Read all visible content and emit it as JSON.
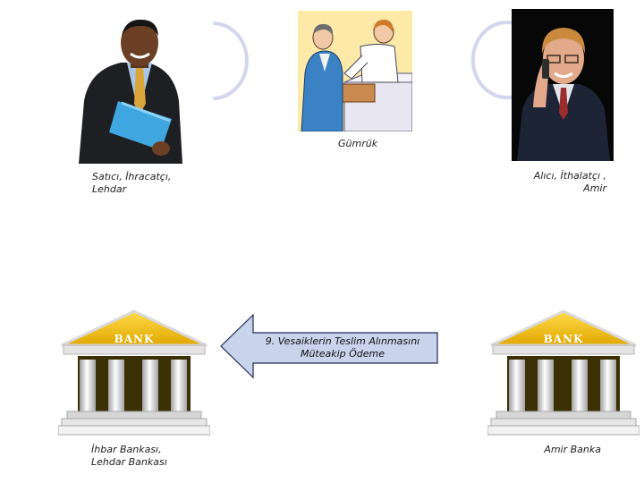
{
  "slide": {
    "customs_label": "Gümrük",
    "seller_label": "Satıcı, İhracatçı,\nLehdar",
    "buyer_label": "Alıcı, İthalatçı ,\nAmir",
    "arrow_label": "9. Vesaiklerin Teslim Alınmasını\nMüteakip Ödeme",
    "left_bank_label": "İhbar Bankası,\nLehdar Bankası",
    "right_bank_label": "Amir Banka",
    "bank_sign": "BANK"
  },
  "colors": {
    "arrow_fill": "#c9d3ec",
    "arrow_stroke": "#1f2a55",
    "ring": "#d3d6ec",
    "bank_roof": "#f2c200"
  }
}
